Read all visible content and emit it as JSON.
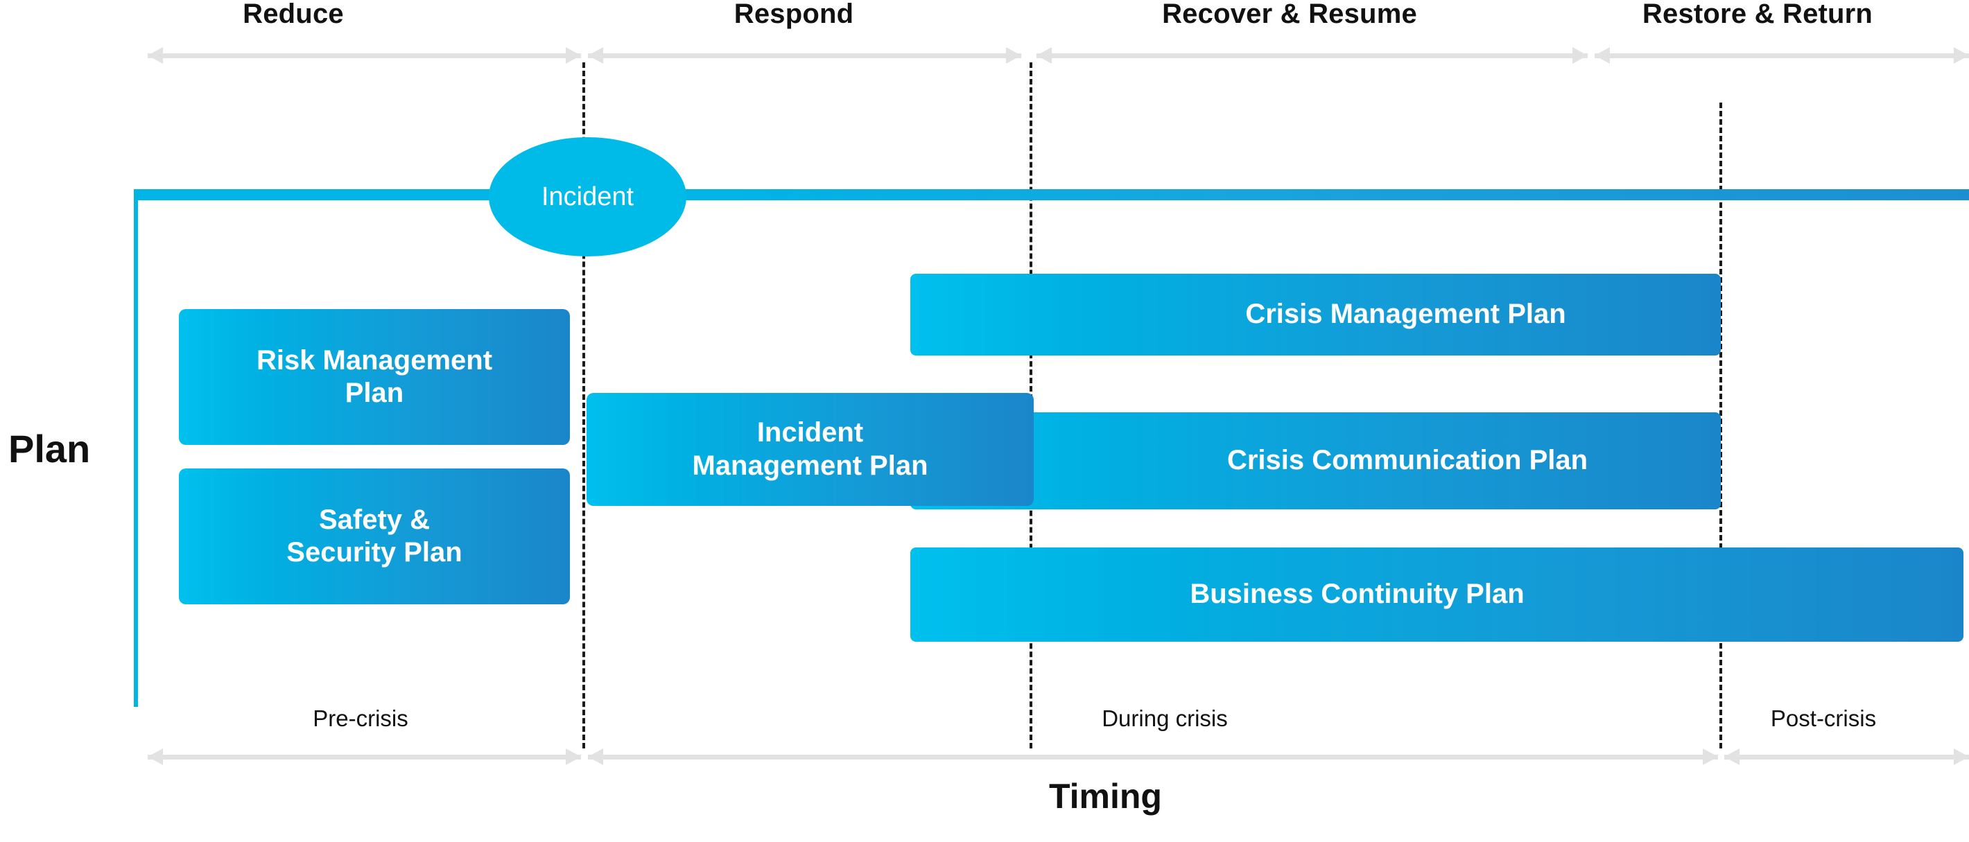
{
  "diagram": {
    "title_y_axis": "Plan",
    "title_x_axis": "Timing",
    "incident_label": "Incident",
    "phases": [
      {
        "name": "Reduce",
        "label": "Reduce"
      },
      {
        "name": "Respond",
        "label": "Respond"
      },
      {
        "name": "Recover & Resume",
        "label": "Recover & Resume"
      },
      {
        "name": "Restore & Return",
        "label": "Restore & Return"
      }
    ],
    "timing_stages": [
      {
        "name": "pre-crisis",
        "label": "Pre-crisis"
      },
      {
        "name": "during-crisis",
        "label": "During crisis"
      },
      {
        "name": "post-crisis",
        "label": "Post-crisis"
      }
    ],
    "plans": [
      {
        "name": "risk-management-plan",
        "label": "Risk Management Plan"
      },
      {
        "name": "safety-security-plan",
        "label": "Safety &\nSecurity Plan"
      },
      {
        "name": "incident-management-plan",
        "label": "Incident\nManagement Plan"
      },
      {
        "name": "crisis-management-plan",
        "label": "Crisis Management Plan"
      },
      {
        "name": "crisis-communication-plan",
        "label": "Crisis Communication Plan"
      },
      {
        "name": "business-continuity-plan",
        "label": "Business Continuity Plan"
      }
    ],
    "colors": {
      "accent_cyan": "#00bbe8",
      "accent_blue": "#1a86c9",
      "arrow_grey": "#e2e2e2",
      "dash_black": "#1a1a1a",
      "text_dark": "#111111",
      "bar_text": "#ffffff"
    }
  },
  "labels": {
    "reduce": "Reduce",
    "respond": "Respond",
    "recover_resume": "Recover & Resume",
    "restore_return": "Restore & Return",
    "pre_crisis": "Pre-crisis",
    "during_crisis": "During crisis",
    "post_crisis": "Post-crisis",
    "plan_axis": "Plan",
    "timing_axis": "Timing",
    "incident": "Incident",
    "risk_management_plan_line1": "Risk Management",
    "risk_management_plan_line2": "Plan",
    "safety_security_line1": "Safety &",
    "safety_security_line2": "Security Plan",
    "incident_management_line1": "Incident",
    "incident_management_line2": "Management Plan",
    "crisis_management_plan": "Crisis Management Plan",
    "crisis_communication_plan": "Crisis Communication Plan",
    "business_continuity_plan": "Business Continuity Plan"
  }
}
